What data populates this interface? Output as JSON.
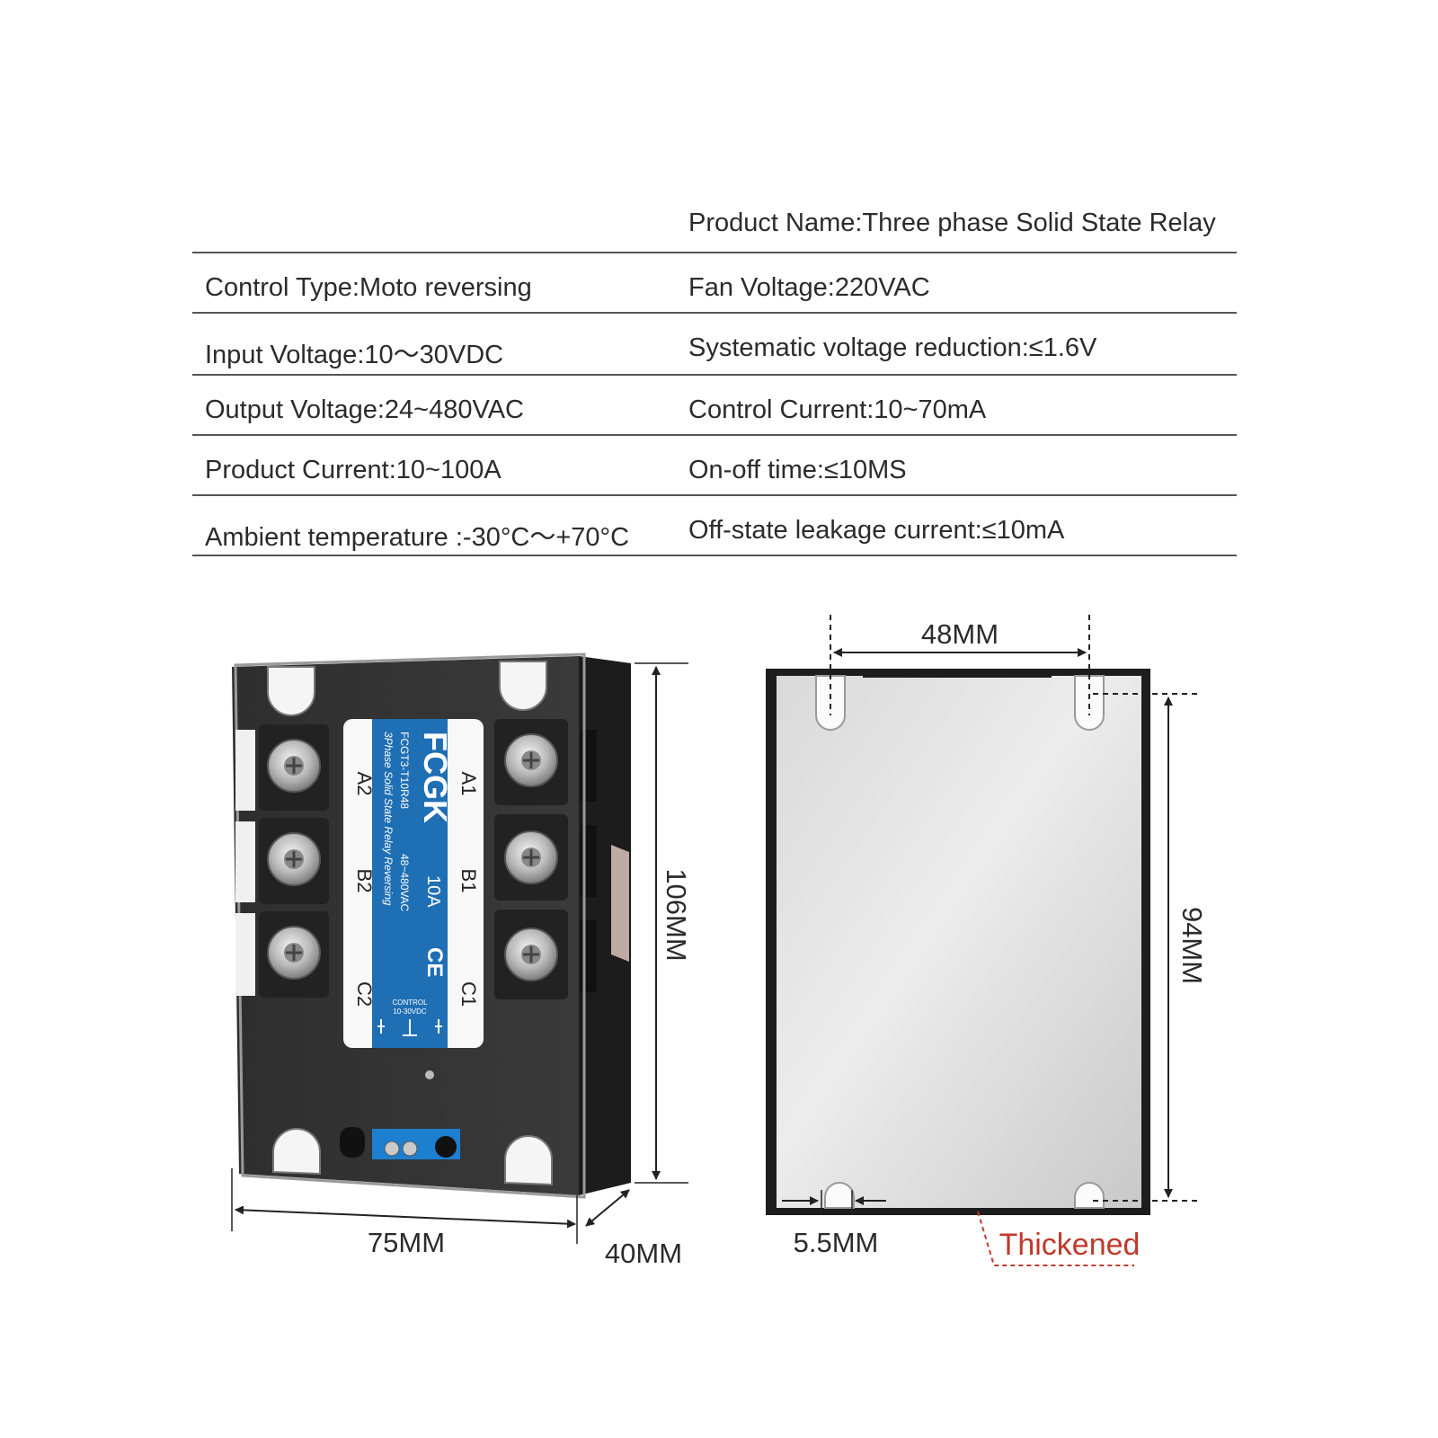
{
  "specs": {
    "header": "Product Name:Three phase Solid State Relay",
    "rows": [
      {
        "left": "Control Type:Moto reversing",
        "right": "Fan Voltage:220VAC"
      },
      {
        "left": "Input Voltage:10～30VDC",
        "right": "Systematic voltage reduction:≤1.6V"
      },
      {
        "left": "Output Voltage:24~480VAC",
        "right": "Control Current:10~70mA"
      },
      {
        "left": "Product Current:10~100A",
        "right": "On-off time:≤10MS"
      },
      {
        "left": "Ambient temperature :-30°C～+70°C",
        "right": "Off-state leakage current:≤10mA"
      }
    ]
  },
  "front_view": {
    "label_panel": {
      "brand": "FCGK",
      "model": "FCGT3-T10R48",
      "description": "3Phase Solid State Relay Reversing",
      "rating_current": "10A",
      "rating_voltage": "48~480VAC",
      "ce_mark": "CE",
      "control_label": "CONTROL",
      "control_voltage": "10-30VDC"
    },
    "terminals_left": [
      "A2",
      "B2",
      "C2"
    ],
    "terminals_right": [
      "A1",
      "B1",
      "C1"
    ],
    "dim_width": "75MM",
    "dim_depth": "40MM",
    "dim_height": "106MM"
  },
  "back_view": {
    "dim_hole_spacing": "48MM",
    "dim_hole_pitch_vertical": "94MM",
    "dim_slot_width": "5.5MM",
    "callout_thickened": "Thickened",
    "callout_color": "#c0392b"
  }
}
